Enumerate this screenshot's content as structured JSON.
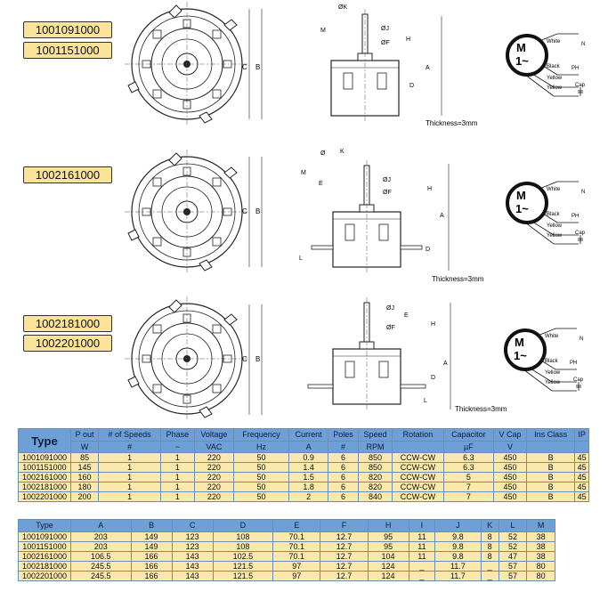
{
  "labels": {
    "group1": [
      "1001091000",
      "1001151000"
    ],
    "group2": [
      "1002161000"
    ],
    "group3": [
      "1002181000",
      "1002201000"
    ]
  },
  "drawing": {
    "thickness": "Thickness=3mm",
    "motor_symbol": "M",
    "motor_phase": "1~",
    "wires": [
      "White",
      "Black",
      "Yellow",
      "Yellow"
    ],
    "terminals": [
      "N",
      "PH",
      "Cap"
    ],
    "front_dims": [
      "C",
      "B"
    ],
    "side_dims": [
      "ØK",
      "M",
      "E",
      "ØJ",
      "ØF",
      "H",
      "A",
      "D",
      "L",
      "K",
      "Ø"
    ]
  },
  "spec_table": {
    "headers": [
      "Type",
      "P out",
      "# of Speeds",
      "Phase",
      "Voltage",
      "Frequency",
      "Current",
      "Poles",
      "Speed",
      "Rotation",
      "Capacitor",
      "V Cap",
      "Ins Class",
      "IP"
    ],
    "units": [
      "W",
      "#",
      "~",
      "VAC",
      "Hz",
      "A",
      "#",
      "RPM",
      "",
      "µF",
      "V",
      "",
      ""
    ],
    "rows": [
      [
        "1001091000",
        "85",
        "1",
        "1",
        "220",
        "50",
        "0.9",
        "6",
        "850",
        "CCW-CW",
        "6.3",
        "450",
        "B",
        "45"
      ],
      [
        "1001151000",
        "145",
        "1",
        "1",
        "220",
        "50",
        "1.4",
        "6",
        "850",
        "CCW-CW",
        "6.3",
        "450",
        "B",
        "45"
      ],
      [
        "1002161000",
        "160",
        "1",
        "1",
        "220",
        "50",
        "1.5",
        "6",
        "820",
        "CCW-CW",
        "5",
        "450",
        "B",
        "45"
      ],
      [
        "1002181000",
        "180",
        "1",
        "1",
        "220",
        "50",
        "1.8",
        "6",
        "820",
        "CCW-CW",
        "7",
        "450",
        "B",
        "45"
      ],
      [
        "1002201000",
        "200",
        "1",
        "1",
        "220",
        "50",
        "2",
        "6",
        "840",
        "CCW-CW",
        "7",
        "450",
        "B",
        "45"
      ]
    ]
  },
  "dim_table": {
    "headers": [
      "Type",
      "A",
      "B",
      "C",
      "D",
      "E",
      "F",
      "H",
      "I",
      "J",
      "K",
      "L",
      "M"
    ],
    "rows": [
      [
        "1001091000",
        "203",
        "149",
        "123",
        "108",
        "70.1",
        "12.7",
        "95",
        "11",
        "9.8",
        "8",
        "52",
        "38"
      ],
      [
        "1001151000",
        "203",
        "149",
        "123",
        "108",
        "70.1",
        "12.7",
        "95",
        "11",
        "9.8",
        "8",
        "52",
        "38"
      ],
      [
        "1002161000",
        "106.5",
        "166",
        "143",
        "102.5",
        "70.1",
        "12.7",
        "104",
        "11",
        "9.8",
        "8",
        "47",
        "38"
      ],
      [
        "1002181000",
        "245.5",
        "166",
        "143",
        "121.5",
        "97",
        "12.7",
        "124",
        "_",
        "11.7",
        "_",
        "57",
        "80"
      ],
      [
        "1002201000",
        "245.5",
        "166",
        "143",
        "121.5",
        "97",
        "12.7",
        "124",
        "_",
        "11.7",
        "_",
        "57",
        "80"
      ]
    ]
  }
}
